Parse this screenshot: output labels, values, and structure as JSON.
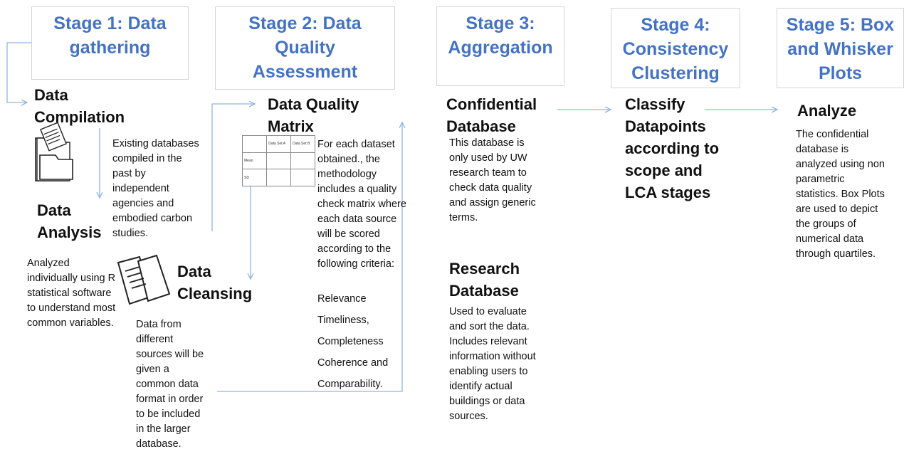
{
  "stages": [
    {
      "title": "Stage 1: Data gathering",
      "lines": [
        "Stage 1: Data",
        "gathering"
      ]
    },
    {
      "title": "Stage 2: Data Quality Assessment",
      "lines": [
        "Stage 2: Data",
        "Quality",
        "Assessment"
      ]
    },
    {
      "title": "Stage 3: Aggregation",
      "lines": [
        "Stage 3:",
        "Aggregation"
      ]
    },
    {
      "title": "Stage 4: Consistency Clustering",
      "lines": [
        "Stage 4:",
        "Consistency",
        "Clustering"
      ]
    },
    {
      "title": "Stage 5: Box and Whisker Plots",
      "lines": [
        "Stage 5: Box",
        "and Whisker",
        "Plots"
      ]
    }
  ],
  "stage1": {
    "compilation_lines": [
      "Data",
      "Compilation"
    ],
    "compilation_text": "Existing databases compiled in the past by independent agencies and embodied carbon studies.",
    "analysis_lines": [
      "Data",
      "Analysis"
    ],
    "analysis_text": "Analyzed individually using R statistical software to understand most common variables."
  },
  "stage2": {
    "matrix_lines": [
      "Data Quality",
      "Matrix"
    ],
    "matrix_table": {
      "header": [
        "",
        "Data Set A",
        "Data Set B"
      ],
      "rows": [
        [
          "Mean",
          "",
          ""
        ],
        [
          "SD",
          "",
          ""
        ]
      ]
    },
    "matrix_text": "For each dataset obtained., the methodology includes a quality check matrix where each data source will be scored according to the following criteria:",
    "criteria": [
      "Relevance",
      "Timeliness,",
      "Completeness",
      "Coherence and",
      "Comparability."
    ],
    "cleansing_lines": [
      "Data",
      "Cleansing"
    ],
    "cleansing_text": "Data from different sources will be given a common data format in order to be included in the larger database."
  },
  "stage3": {
    "confidential_lines": [
      "Confidential",
      "Database"
    ],
    "confidential_text": "This database is only used by UW research team to check data quality and assign generic terms.",
    "research_lines": [
      "Research",
      "Database"
    ],
    "research_text": "Used to evaluate and sort the data. Includes relevant information without enabling users to identify actual buildings or data sources."
  },
  "stage4": {
    "classify_lines": [
      "Classify",
      "Datapoints",
      "according to",
      "scope and",
      "LCA stages"
    ]
  },
  "stage5": {
    "analyze_heading": "Analyze",
    "analyze_text": "The confidential database is analyzed using non parametric statistics. Box Plots are used to depict the groups of numerical data through quartiles."
  },
  "colors": {
    "accent": "#4472c4",
    "arrow": "#8fb4e3",
    "border": "#d4d4d4"
  }
}
